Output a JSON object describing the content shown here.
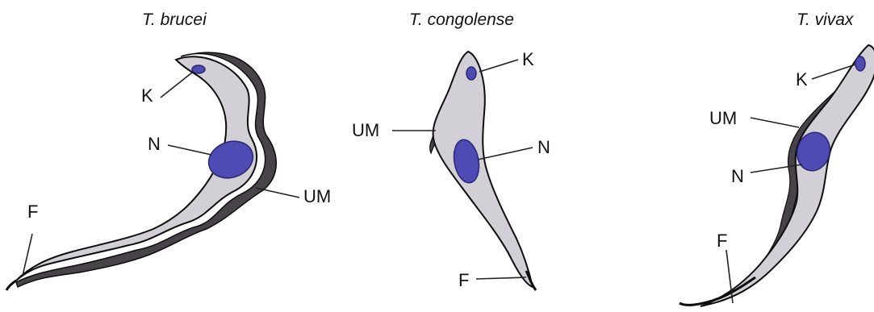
{
  "colors": {
    "cell_fill": "#d2d0d6",
    "membrane": "#474349",
    "outline": "#0d0d0d",
    "organelle": "#4f4bb4",
    "organelle_stroke": "#2b2872"
  },
  "panels": [
    {
      "title": "T. brucei",
      "labels": {
        "k": "K",
        "n": "N",
        "um": "UM",
        "f": "F"
      }
    },
    {
      "title": "T. congolense",
      "labels": {
        "k": "K",
        "n": "N",
        "um": "UM",
        "f": "F"
      }
    },
    {
      "title": "T. vivax",
      "labels": {
        "k": "K",
        "n": "N",
        "um": "UM",
        "f": "F"
      }
    }
  ]
}
